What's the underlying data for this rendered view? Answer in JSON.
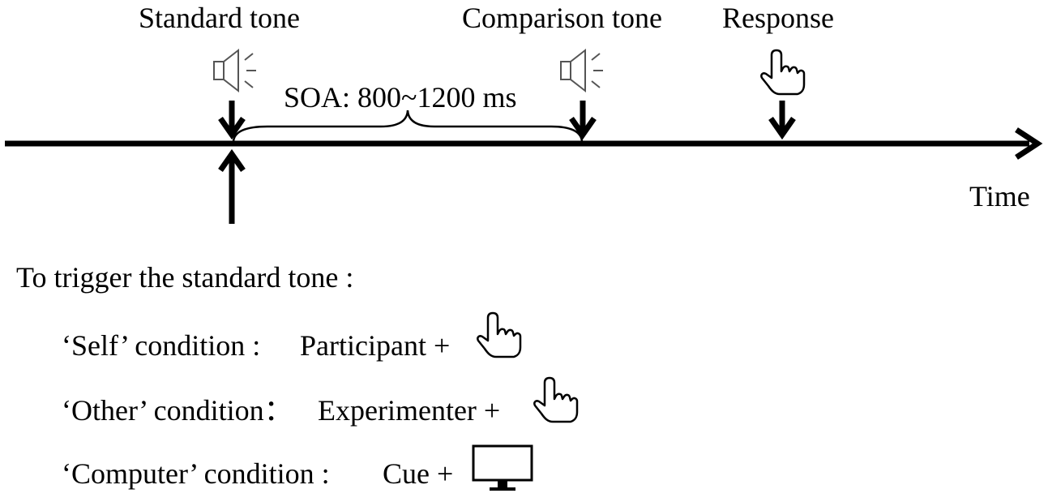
{
  "timeline": {
    "standard_label": "Standard tone",
    "comparison_label": "Comparison tone",
    "response_label": "Response",
    "soa_label": "SOA: 800~1200 ms",
    "time_label": "Time"
  },
  "trigger": {
    "heading": "To trigger the standard tone :",
    "conditions": [
      {
        "name": "‘Self’ condition :",
        "agent": "Participant +",
        "icon": "hand-pointer-icon"
      },
      {
        "name": "‘Other’ condition：",
        "agent": "Experimenter +",
        "icon": "hand-pointer-icon"
      },
      {
        "name": "‘Computer’ condition :",
        "agent": "Cue +",
        "icon": "monitor-icon"
      }
    ]
  },
  "colors": {
    "ink": "#000000",
    "icon_stroke": "#555555"
  }
}
